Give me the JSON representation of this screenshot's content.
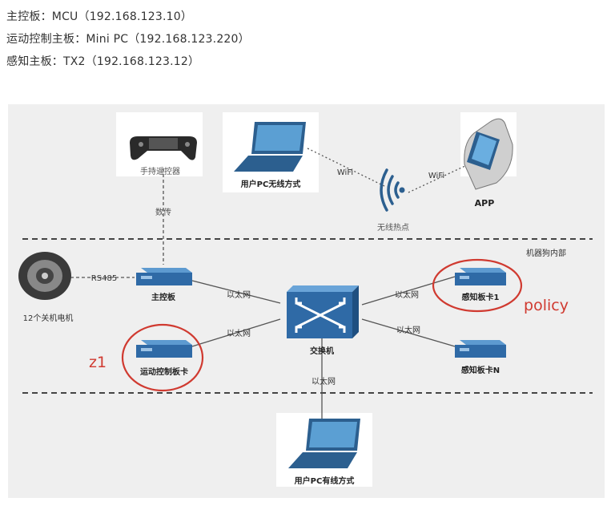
{
  "header": {
    "line1": "主控板：MCU（192.168.123.10）",
    "line2": "运动控制主板：Mini PC（192.168.123.220）",
    "line3": "感知主板：TX2（192.168.123.12）"
  },
  "diagram": {
    "gamepad_label": "手持遥控器",
    "datalink_label": "数传",
    "wireless_pc_label": "用户PC无线方式",
    "wifi_label_left": "WiFi",
    "wifi_label_right": "WiFi",
    "hotspot_label": "无线热点",
    "app_label": "APP",
    "inner_zone_label": "机器狗内部",
    "motor_label": "12个关机电机",
    "rs485_label": "RS485",
    "main_board_label": "主控板",
    "switch_label": "交换机",
    "motion_board_label": "运动控制板卡",
    "perception1_label": "感知板卡1",
    "perceptionN_label": "感知板卡N",
    "wired_pc_label": "用户PC有线方式",
    "ethernet_labels": [
      "以太网",
      "以太网",
      "以太网",
      "以太网",
      "以太网"
    ],
    "annotation_z1": "z1",
    "annotation_policy": "policy"
  },
  "colors": {
    "device_blue": "#3a78b4",
    "annotation_red": "#d03a30",
    "line_gray": "#555555"
  }
}
